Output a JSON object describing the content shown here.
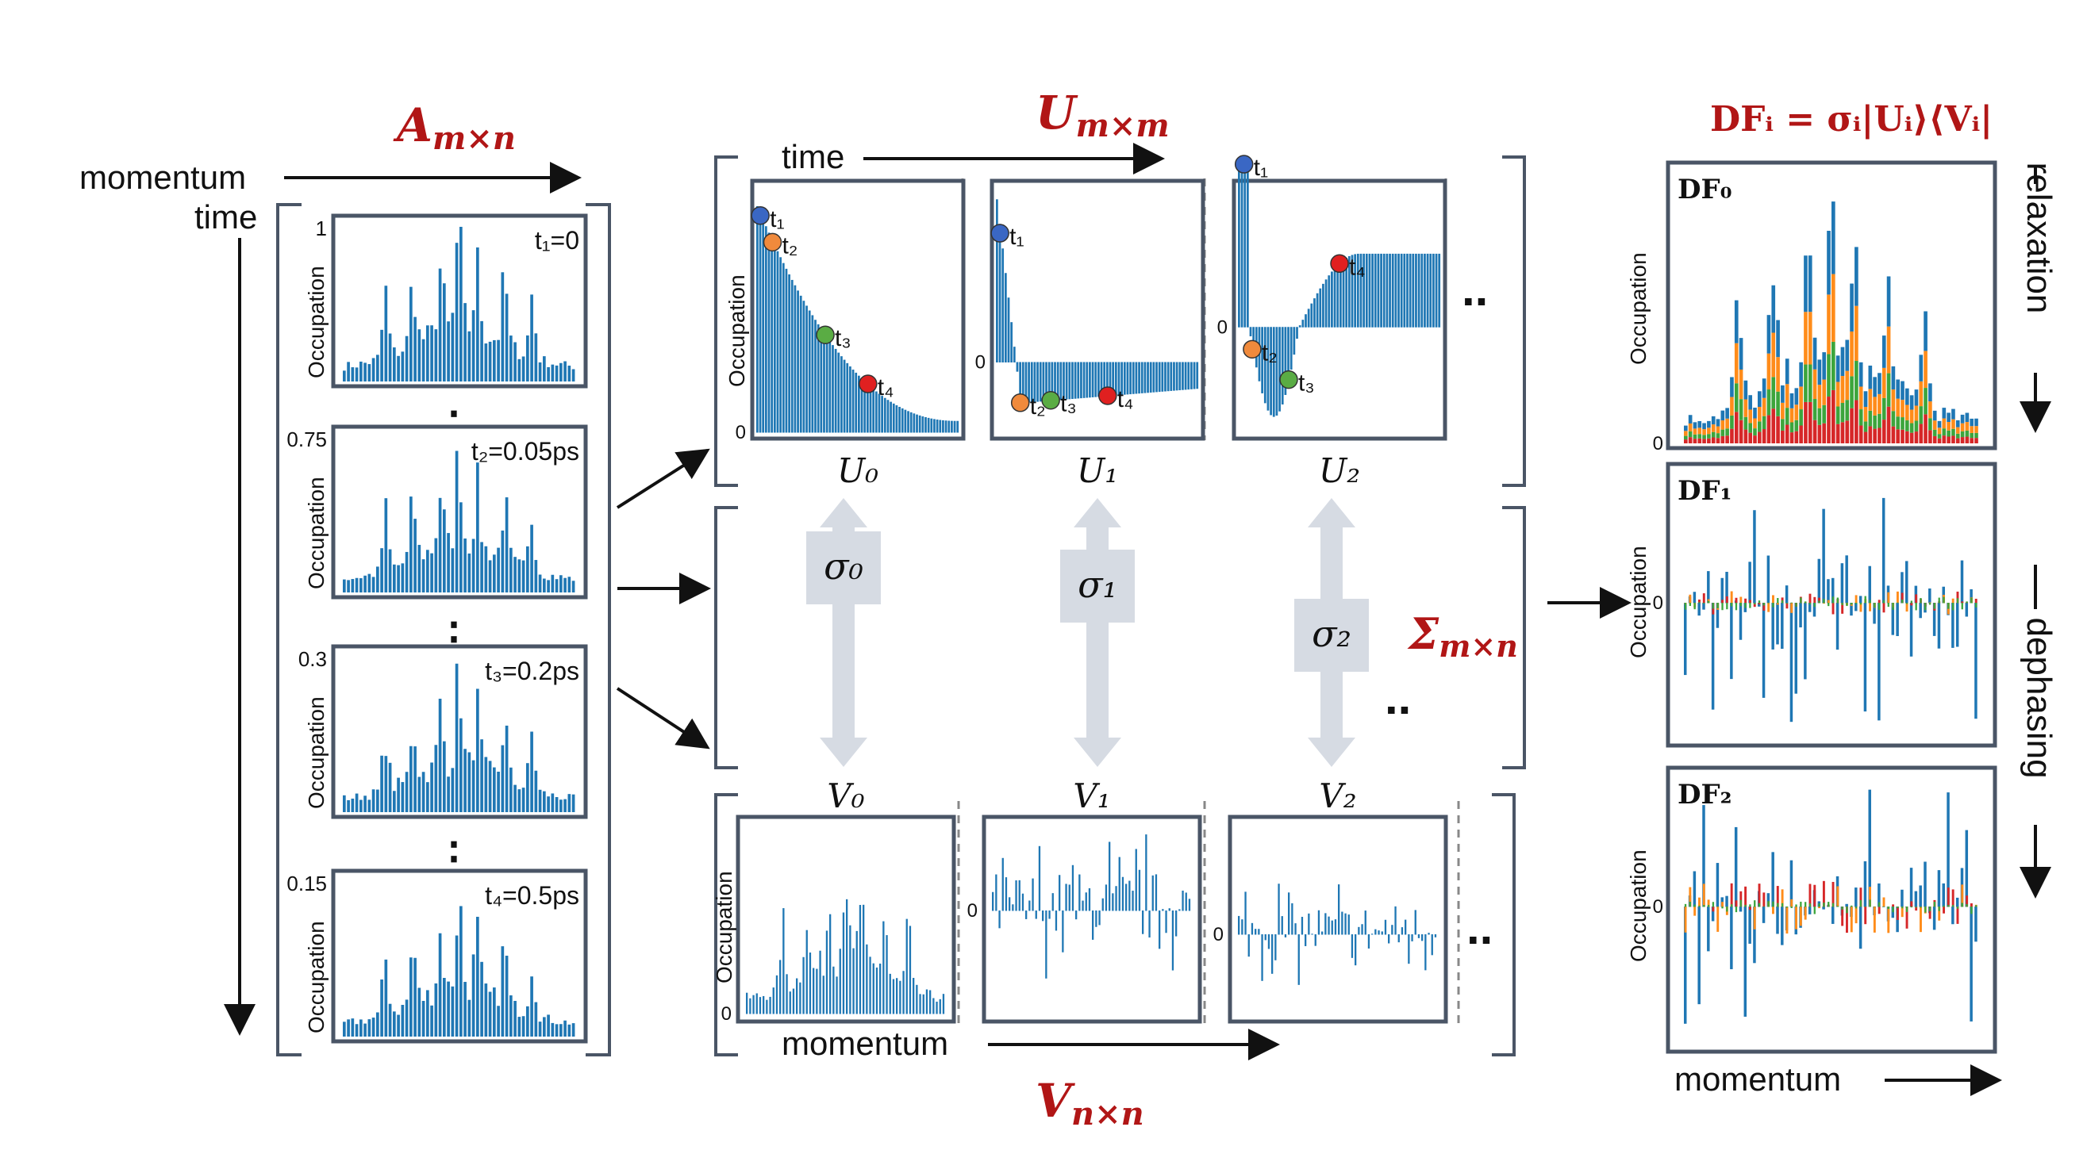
{
  "labels": {
    "A": "A",
    "A_sub": "m×n",
    "U": "U",
    "U_sub": "m×m",
    "V": "V",
    "V_sub": "n×n",
    "Sigma": "Σ",
    "Sigma_sub": "m×n",
    "momentum": "momentum",
    "time": "time",
    "occupation": "Occupation",
    "dots_v": "⋮",
    "dots_h": "..",
    "df_formula": "DFᵢ = σᵢ|Uᵢ⟩⟨Vᵢ|",
    "relaxation": "relaxation",
    "dephasing": "dephasing"
  },
  "a_panels": [
    {
      "tag": "t₁=0",
      "ymax": "1"
    },
    {
      "tag": "t₂=0.05ps",
      "ymax": "0.75"
    },
    {
      "tag": "t₃=0.2ps",
      "ymax": "0.3"
    },
    {
      "tag": "t₄=0.5ps",
      "ymax": "0.15"
    }
  ],
  "u_panels": [
    {
      "name": "U₀",
      "zero": "0"
    },
    {
      "name": "U₁",
      "zero": "0"
    },
    {
      "name": "U₂",
      "zero": "0"
    }
  ],
  "time_points": [
    "t₁",
    "t₂",
    "t₃",
    "t₄"
  ],
  "sigmas": [
    "σ₀",
    "σ₁",
    "σ₂"
  ],
  "v_panels": [
    {
      "name": "V₀",
      "zero": "0"
    },
    {
      "name": "V₁",
      "zero": "0"
    },
    {
      "name": "V₂",
      "zero": "0"
    }
  ],
  "df_panels": [
    {
      "name": "DF₀",
      "zero": "0"
    },
    {
      "name": "DF₁",
      "zero": "0"
    },
    {
      "name": "DF₂",
      "zero": "0"
    }
  ],
  "colors": {
    "bar": "#1f77b4",
    "frame": "#4a5566",
    "accent": "#b11616",
    "sigma_arrow": "#d6dbe3",
    "t1": "#3a67c4",
    "t2": "#f08a3c",
    "t3": "#5aac44",
    "t4": "#e02020",
    "df_orange": "#ff8c1a",
    "df_green": "#3ca53c",
    "df_red": "#d62728"
  }
}
